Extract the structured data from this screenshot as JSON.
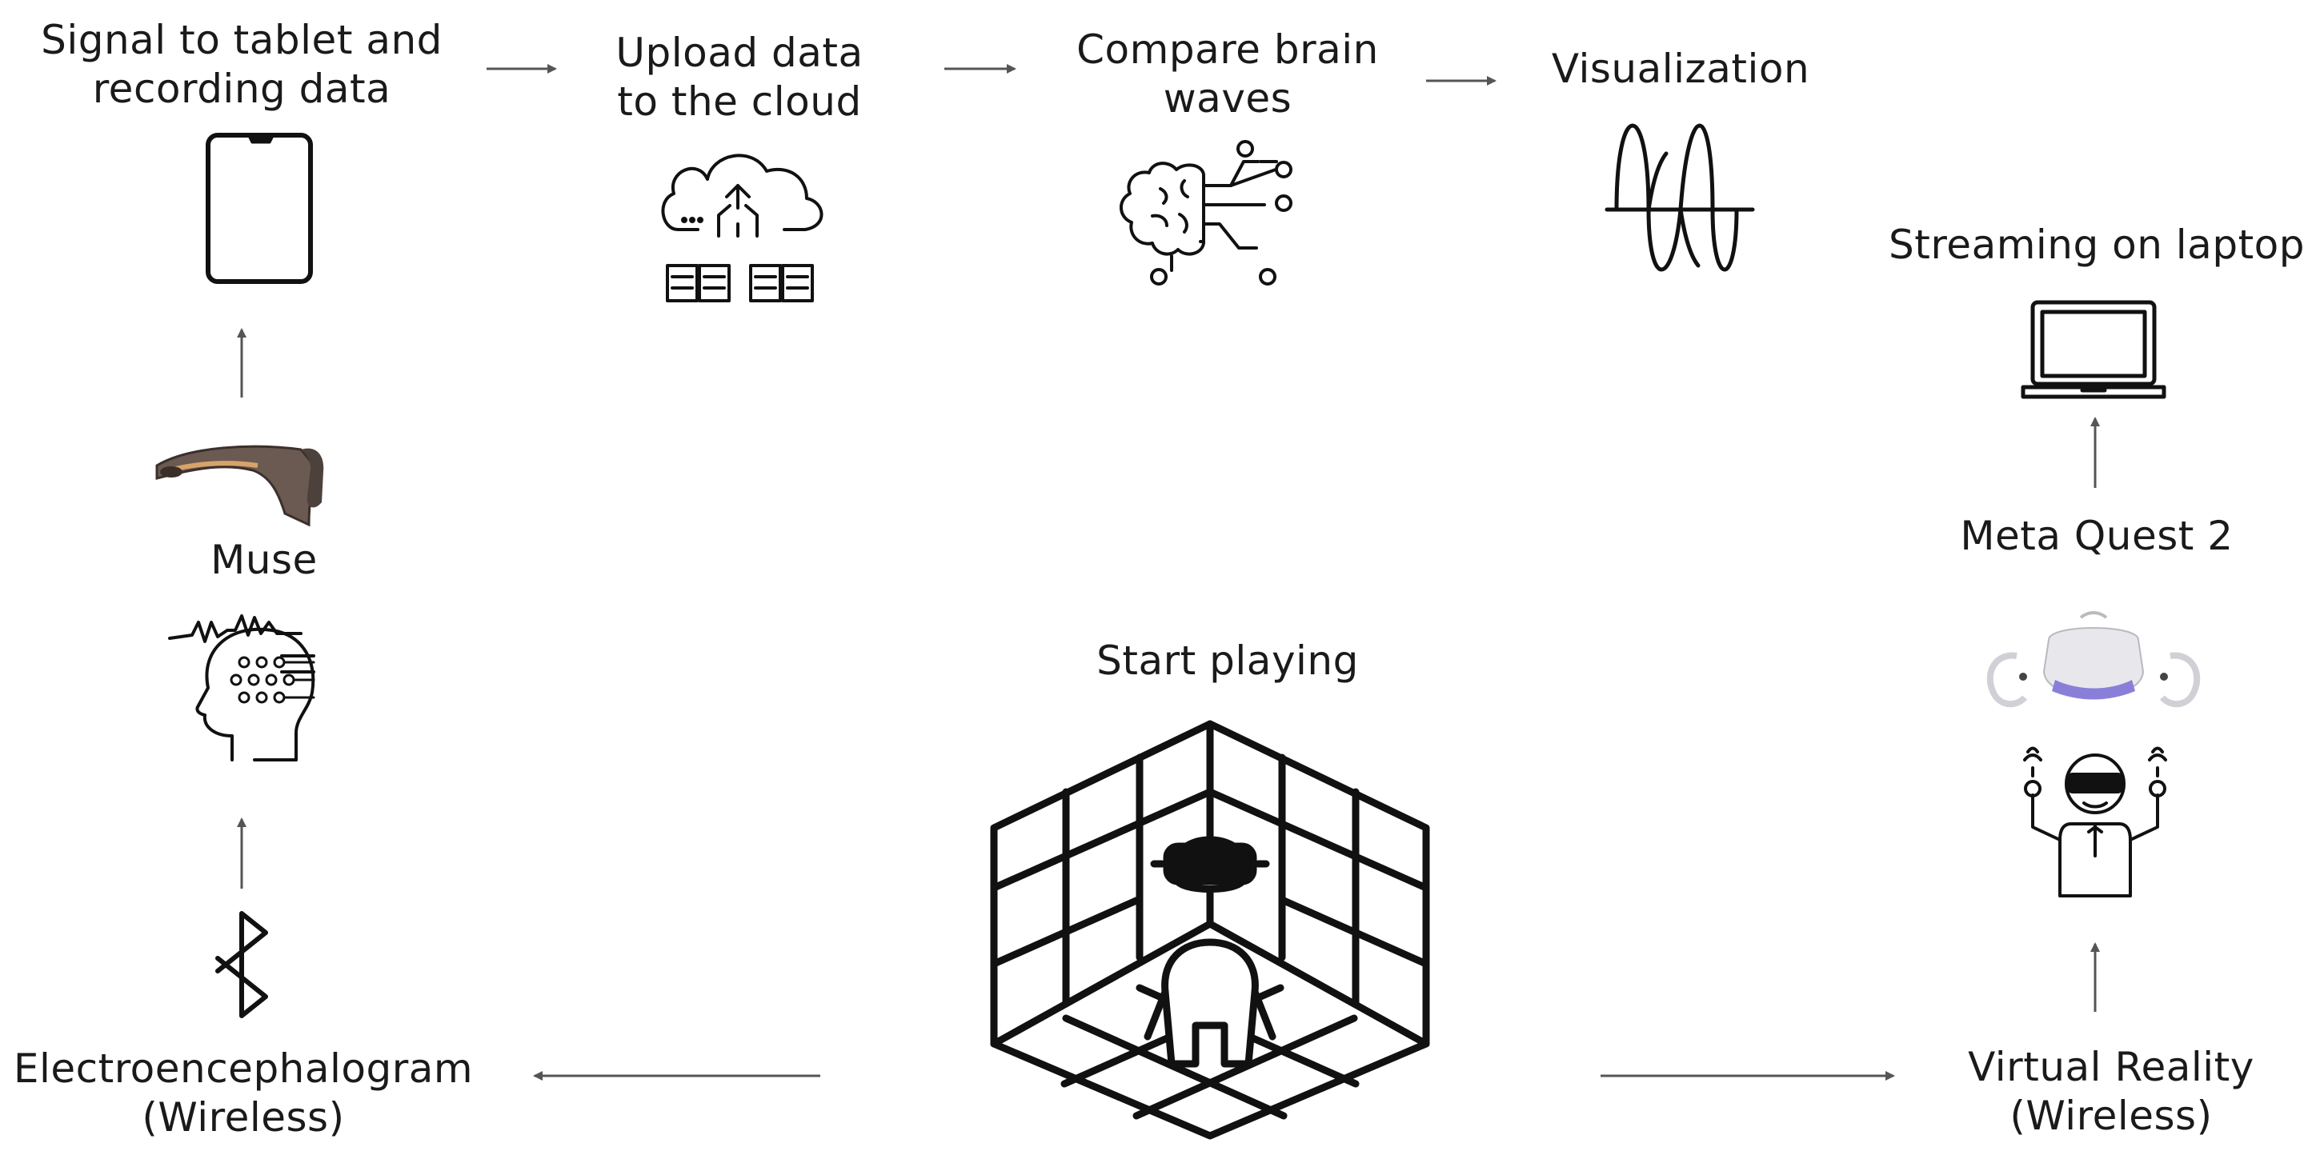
{
  "steps": {
    "signal_tablet": {
      "line1": "Signal to tablet and",
      "line2": "recording data",
      "icon": "tablet-icon"
    },
    "upload_cloud": {
      "line1": "Upload data",
      "line2": "to the cloud",
      "icon": "cloud-upload-icon"
    },
    "compare_brain": {
      "line1": "Compare brain",
      "line2": "waves",
      "icon": "brain-circuit-icon"
    },
    "visualization": {
      "line1": "Visualization",
      "icon": "sine-wave-icon"
    },
    "streaming_laptop": {
      "line1": "Streaming on laptop",
      "icon": "laptop-icon"
    },
    "meta_quest": {
      "line1": "Meta Quest 2",
      "icon": "vr-headset-icon"
    },
    "virtual_reality": {
      "line1": "Virtual Reality",
      "line2": "(Wireless)",
      "icon": "vr-user-icon"
    },
    "start_playing": {
      "line1": "Start playing",
      "icon": "vr-room-player-icon"
    },
    "eeg": {
      "line1": "Electroencephalogram",
      "line2": "(Wireless)",
      "icon": "bluetooth-icon"
    },
    "muse": {
      "line1": "Muse",
      "icon": "muse-headband-icon"
    },
    "eeg_head": {
      "icon": "eeg-head-icon"
    }
  },
  "colors": {
    "ink": "#111111",
    "arrow": "#555555"
  }
}
